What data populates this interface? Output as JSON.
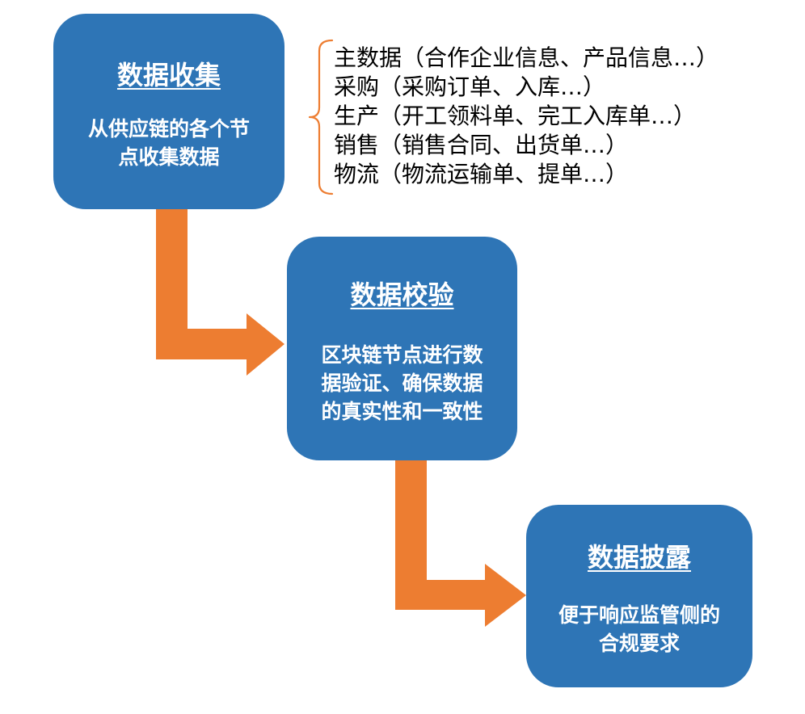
{
  "steps": [
    {
      "title": "数据收集",
      "desc_lines": [
        "从供应链的各个节",
        "点收集数据"
      ]
    },
    {
      "title": "数据校验",
      "desc_lines": [
        "区块链节点进行数",
        "据验证、确保数据",
        "的真实性和一致性"
      ]
    },
    {
      "title": "数据披露",
      "desc_lines": [
        "便于响应监管侧的",
        "合规要求"
      ]
    }
  ],
  "collection_sources": [
    "主数据（合作企业信息、产品信息…）",
    "采购（采购订单、入库…）",
    "生产（开工领料单、完工入库单…）",
    "销售（销售合同、出货单…）",
    "物流（物流运输单、提单…）"
  ],
  "colors": {
    "box": "#2E75B6",
    "arrow": "#ED7D31",
    "text_on_box": "#FFFFFF",
    "list_text": "#000000"
  }
}
